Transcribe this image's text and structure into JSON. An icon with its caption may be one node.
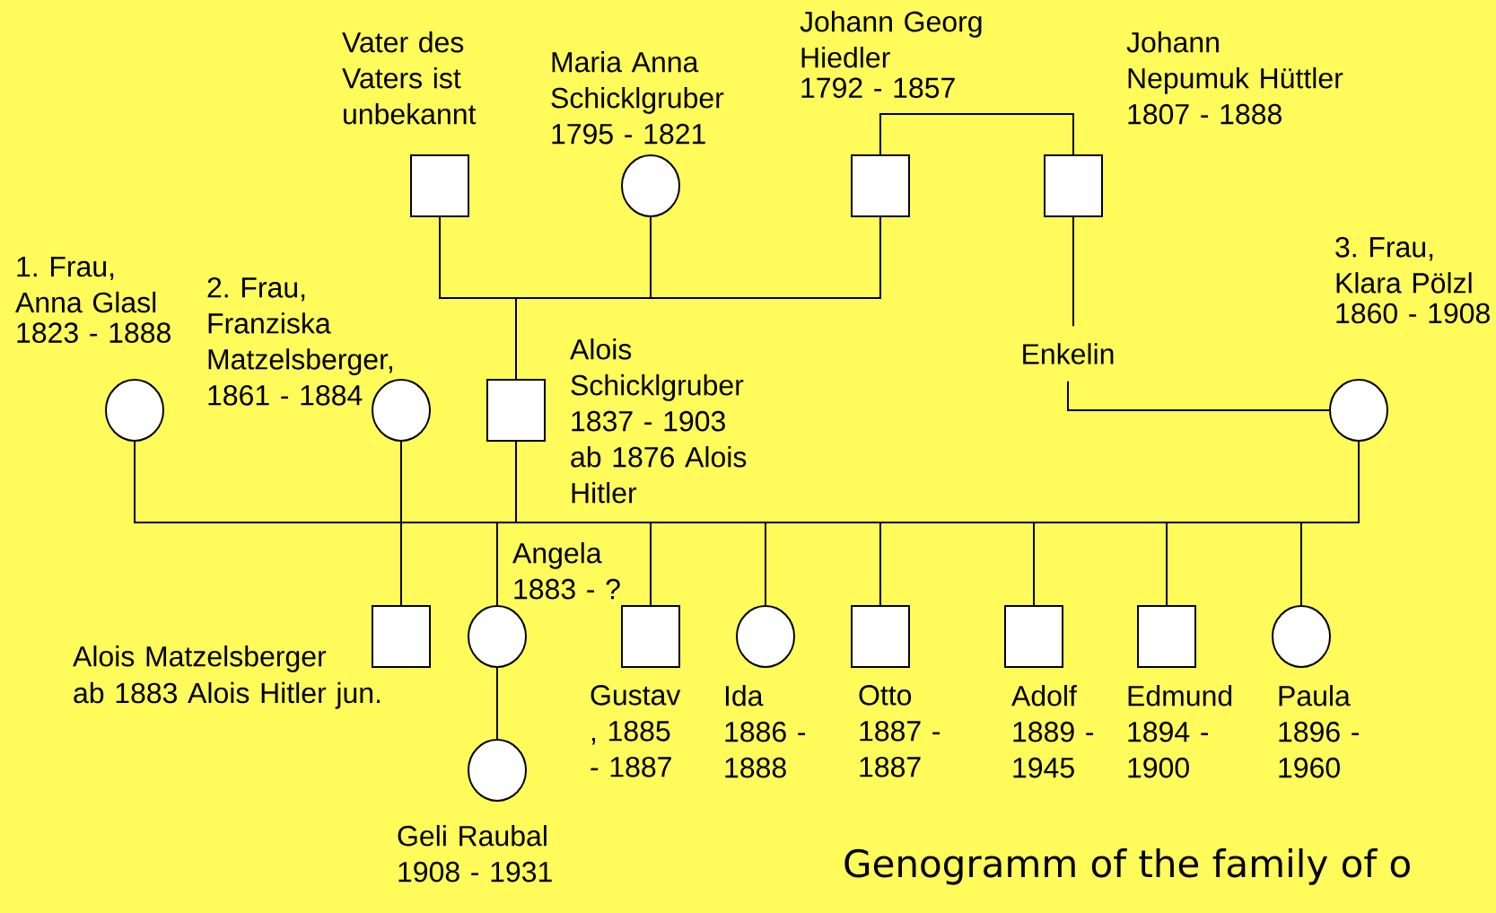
{
  "diagram": {
    "caption": "Genogramm of the family of o",
    "nodes": [
      {
        "text": [
          "Vater des Vaters ist unbekannt"
        ]
      },
      {
        "text": [
          "Maria Anna Schicklgruber",
          "1795 - 1821"
        ]
      },
      {
        "text": [
          "Johann Georg Hiedler",
          "1792 - 1857"
        ]
      },
      {
        "text": [
          "Johann Nepumuk Hüttler",
          "1807 - 1888"
        ]
      },
      {
        "text": [
          "1. Frau, Anna Glasl",
          "1823 - 1888"
        ]
      },
      {
        "text": [
          "2. Frau, Franziska Matzelsberger,",
          "1861 - 1884"
        ]
      },
      {
        "text": [
          "Alois Schicklgruber 1837 - 1903 ab 1876 Alois Hitler"
        ]
      },
      {
        "text": [
          "Enkelin"
        ]
      },
      {
        "text": [
          "3. Frau, Klara Pölzl",
          "1860 - 1908"
        ]
      },
      {
        "text": [
          "Alois Matzelsberger",
          "ab 1883 Alois Hitler jun."
        ]
      },
      {
        "text": [
          "Angela 1883 - ?"
        ]
      },
      {
        "text": [
          "Gustav , 1885 - 1887"
        ]
      },
      {
        "text": [
          "Ida 1886 - 1888"
        ]
      },
      {
        "text": [
          "Otto 1887 - 1887"
        ]
      },
      {
        "text": [
          "Adolf 1889 - 1945"
        ]
      },
      {
        "text": [
          "Edmund 1894 - 1900"
        ]
      },
      {
        "text": [
          "Paula 1896 - 1960"
        ]
      },
      {
        "text": [
          "Geli Raubal 1908 - 1931"
        ]
      }
    ],
    "edges": [
      {
        "from": 0,
        "to": 6,
        "arrow": "none"
      },
      {
        "from": 1,
        "to": 6,
        "arrow": "none"
      },
      {
        "from": 2,
        "to": 6,
        "arrow": "none"
      },
      {
        "from": 2,
        "to": 3,
        "arrow": "none"
      },
      {
        "from": 3,
        "to": 7,
        "arrow": "none"
      },
      {
        "from": 7,
        "to": 8,
        "arrow": "none"
      },
      {
        "from": 4,
        "to": 6,
        "arrow": "none"
      },
      {
        "from": 5,
        "to": 6,
        "arrow": "none"
      },
      {
        "from": 8,
        "to": 6,
        "arrow": "none"
      },
      {
        "from": 6,
        "to": 9,
        "arrow": "none"
      },
      {
        "from": 6,
        "to": 10,
        "arrow": "none"
      },
      {
        "from": 6,
        "to": 11,
        "arrow": "none"
      },
      {
        "from": 6,
        "to": 12,
        "arrow": "none"
      },
      {
        "from": 6,
        "to": 13,
        "arrow": "none"
      },
      {
        "from": 6,
        "to": 14,
        "arrow": "none"
      },
      {
        "from": 6,
        "to": 15,
        "arrow": "none"
      },
      {
        "from": 6,
        "to": 16,
        "arrow": "none"
      },
      {
        "from": 10,
        "to": 17,
        "arrow": "none"
      }
    ]
  }
}
